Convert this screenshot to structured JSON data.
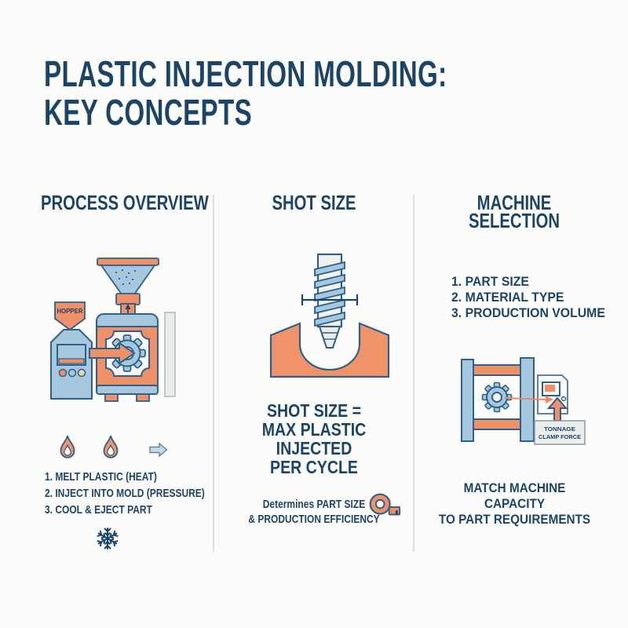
{
  "title": {
    "line1": "PLASTIC INJECTION MOLDING:",
    "line2": "KEY CONCEPTS"
  },
  "columns": {
    "process": {
      "header": "PROCESS OVERVIEW",
      "machine_labels": {
        "hopper": "HOPPER"
      },
      "steps": [
        "1. MELT PLASTIC (HEAT)",
        "2. INJECT INTO MOLD (PRESSURE)",
        "3. COOL & EJECT PART"
      ]
    },
    "shot_size": {
      "header": "SHOT SIZE",
      "definition_lines": [
        "SHOT SIZE =",
        "MAX PLASTIC",
        "INJECTED",
        "PER CYCLE"
      ],
      "note_lines": [
        "Determines PART SIZE",
        "& PRODUCTION EFFICIENCY"
      ]
    },
    "machine_selection": {
      "header_lines": [
        "MACHINE",
        "SELECTION"
      ],
      "criteria": [
        "1. PART SIZE",
        "2. MATERIAL TYPE",
        "3. PRODUCTION VOLUME"
      ],
      "tonnage_label_lines": [
        "TONNAGE",
        "CLAMP FORCE"
      ],
      "footer_lines": [
        "MATCH MACHINE CAPACITY",
        "TO PART REQUIREMENTS"
      ]
    }
  },
  "icons": {
    "process_icons": [
      "flame-icon",
      "flame-icon",
      "arrow-right-icon",
      "snowflake-icon"
    ],
    "shot_note_icon": "tape-measure-icon"
  },
  "colors": {
    "navy_text": "#1c4466",
    "outline_navy": "#2e6089",
    "orange": "#ee9168",
    "light_blue": "#a5c8de",
    "panel_gray": "#e9ecec",
    "divider_gray": "#dbdfe0",
    "background": "#fcfcfb"
  }
}
